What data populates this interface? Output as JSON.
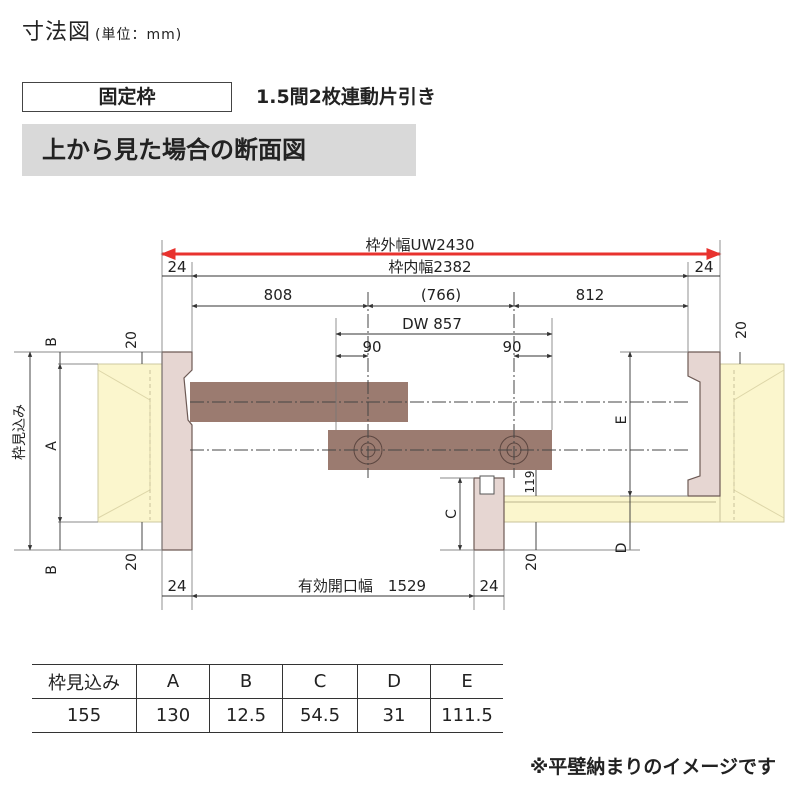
{
  "header": {
    "title": "寸法図",
    "unit": "(単位：mm)"
  },
  "frame_label": "固定枠",
  "door_type": "1.5間2枚連動片引き",
  "section_label": "上から見た場合の断面図",
  "dims": {
    "outer_width": "枠外幅UW2430",
    "inner_width": "枠内幅2382",
    "frame_24": "24",
    "d808": "808",
    "d766": "(766)",
    "d812": "812",
    "dw": "DW  857",
    "d90": "90",
    "d20": "20",
    "effective_opening": "有効開口幅　1529",
    "wall_depth": "枠見込み",
    "A": "A",
    "B": "B",
    "C": "C",
    "D": "D",
    "E": "E",
    "d119": "119"
  },
  "table": {
    "headers": [
      "枠見込み",
      "A",
      "B",
      "C",
      "D",
      "E"
    ],
    "values": [
      "155",
      "130",
      "12.5",
      "54.5",
      "31",
      "111.5"
    ]
  },
  "note": "※平壁納まりのイメージです",
  "colors": {
    "arrow": "#e8322e",
    "panel": "#9b7b70",
    "frame": "#e6d6d2",
    "wall": "#fbf6cd"
  }
}
